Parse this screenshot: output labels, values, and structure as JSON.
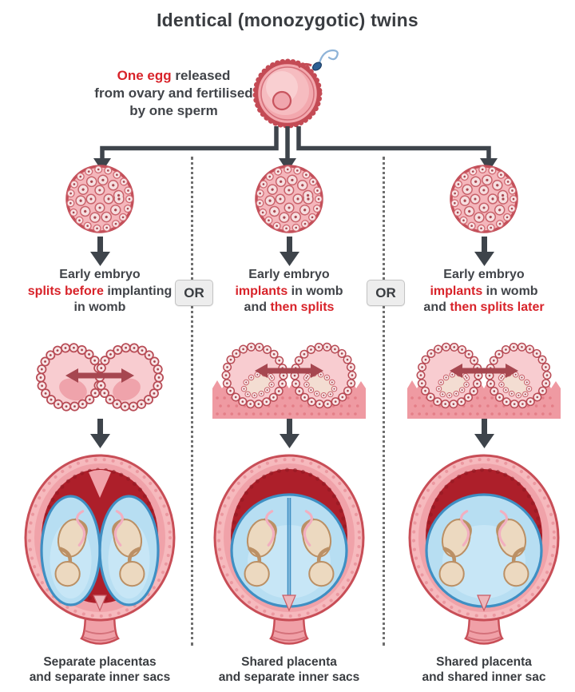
{
  "title": "Identical (monozygotic) twins",
  "or_label": "OR",
  "intro": {
    "line1_red": "One egg",
    "line1_rest": " released",
    "line2": "from ovary and fertilised",
    "line3": "by one sperm"
  },
  "colors": {
    "dark_text": "#3a3d41",
    "red_text": "#d8232a",
    "arrow_gray": "#3e444b",
    "split_arrow_red": "#a64750",
    "crimson_outline": "#c4505a",
    "placenta_red": "#ad1f2a",
    "sac_blue_fill": "#b7def2",
    "sac_blue_stroke": "#3f8fc3",
    "tissue_pink": "#ef9aa2",
    "fetus_skin": "#ecd9c0"
  },
  "columns": [
    {
      "text": {
        "l1": "Early embryo",
        "l2_pre": "",
        "l2_red": "splits before",
        "l2_post": " implanting",
        "l3_pre": "in womb",
        "l3_red": "",
        "l3_post": ""
      },
      "caption_l1": "Separate placentas",
      "caption_l2": "and separate inner sacs"
    },
    {
      "text": {
        "l1": "Early embryo",
        "l2_pre": "",
        "l2_red": "implants",
        "l2_post": " in womb",
        "l3_pre": "and ",
        "l3_red": "then splits",
        "l3_post": ""
      },
      "caption_l1": "Shared placenta",
      "caption_l2": "and separate inner sacs"
    },
    {
      "text": {
        "l1": "Early embryo",
        "l2_pre": "",
        "l2_red": "implants",
        "l2_post": " in womb",
        "l3_pre": "and ",
        "l3_red": "then splits later",
        "l3_post": ""
      },
      "caption_l1": "Shared placenta",
      "caption_l2": "and shared inner sac"
    }
  ]
}
